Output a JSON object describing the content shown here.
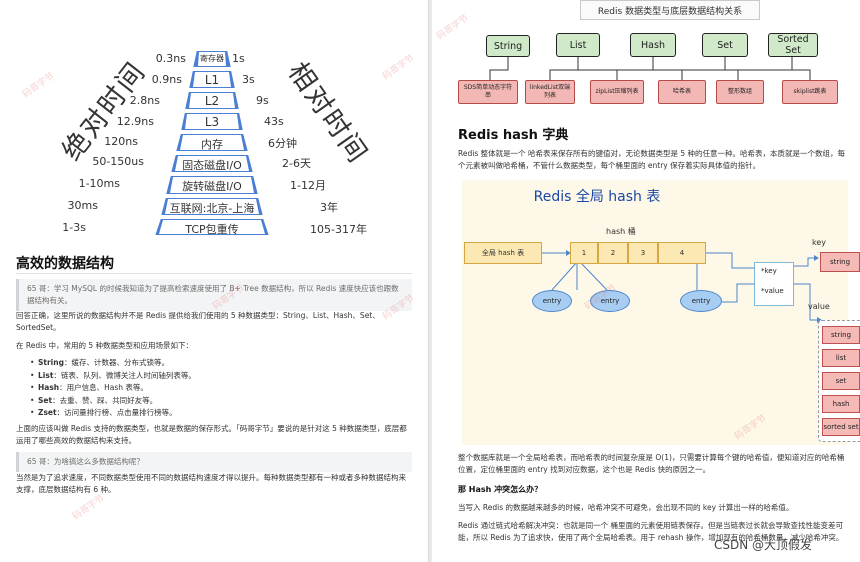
{
  "left": {
    "pyramid": {
      "big_left": "绝对时间",
      "big_right": "相对时间",
      "levels": [
        {
          "abs": "0.3ns",
          "name": "寄存器",
          "rel": "1s"
        },
        {
          "abs": "0.9ns",
          "name": "L1",
          "rel": "3s"
        },
        {
          "abs": "2.8ns",
          "name": "L2",
          "rel": "9s"
        },
        {
          "abs": "12.9ns",
          "name": "L3",
          "rel": "43s"
        },
        {
          "abs": "120ns",
          "name": "内存",
          "rel": "6分钟"
        },
        {
          "abs": "50-150us",
          "name": "固态磁盘I/O",
          "rel": "2-6天"
        },
        {
          "abs": "1-10ms",
          "name": "旋转磁盘I/O",
          "rel": "1-12月"
        },
        {
          "abs": "30ms",
          "name": "互联网:北京-上海",
          "rel": "3年"
        },
        {
          "abs": "1-3s",
          "name": "TCP包重传",
          "rel": "105-317年"
        }
      ]
    },
    "heading": "高效的数据结构",
    "quote1": "65 哥：学习 MySQL 的时候我知道为了提高检索速度使用了 B+ Tree 数据结构，所以 Redis 速度快应该也跟数据结构有关。",
    "para1": "回答正确，这里所说的数据结构并不是 Redis 提供给我们使用的 5 种数据类型：String、List、Hash、Set、SortedSet。",
    "para2": "在 Redis 中，常用的 5 种数据类型和应用场景如下：",
    "bullets": [
      {
        "k": "String",
        "v": "：缓存、计数器、分布式锁等。"
      },
      {
        "k": "List",
        "v": "：链表、队列、微博关注人时间轴列表等。"
      },
      {
        "k": "Hash",
        "v": "：用户信息、Hash 表等。"
      },
      {
        "k": "Set",
        "v": "：去重、赞、踩、共同好友等。"
      },
      {
        "k": "Zset",
        "v": "：访问量排行榜、点击量排行榜等。"
      }
    ],
    "para3": "上面的应该叫做 Redis 支持的数据类型，也就是数据的保存形式。「码哥字节」要说的是针对这 5 种数据类型，底层都运用了哪些高效的数据结构来支持。",
    "quote2": "65 哥：为啥搞这么多数据结构呢？",
    "para4": "当然是为了追求速度，不同数据类型使用不同的数据结构速度才得以提升。每种数据类型都有一种或者多种数据结构来支撑，底层数据结构有 6 种。"
  },
  "right": {
    "fig_title": "Redis 数据类型与底层数据结构关系",
    "types": [
      "String",
      "List",
      "Hash",
      "Set",
      "Sorted Set"
    ],
    "encodings": [
      "SDS简单动态字符串",
      "linkedList双端列表",
      "zipList压缩列表",
      "哈希表",
      "整形数组",
      "skiplist跳表"
    ],
    "heading": "Redis hash 字典",
    "para1": "Redis 整体就是一个 哈希表来保存所有的键值对，无论数据类型是 5 种的任意一种。哈希表，本质就是一个数组，每个元素被叫做哈希桶，不管什么数据类型，每个桶里面的 entry 保存着实际具体值的指针。",
    "diagram": {
      "title": "Redis 全局 hash 表",
      "bucket_label": "hash 桶",
      "table_label": "全局 hash 表",
      "buckets": [
        "1",
        "2",
        "3",
        "4"
      ],
      "entry": "entry",
      "ptr_key": "*key",
      "ptr_value": "*value",
      "key_label": "key",
      "key_item": "string",
      "value_label": "value",
      "values": [
        "string",
        "list",
        "set",
        "hash",
        "sorted set"
      ]
    },
    "para2": "整个数据库就是一个全局哈希表，而哈希表的时间复杂度是 O(1)，只需要计算每个键的哈希值，便知道对应的哈希桶位置，定位桶里面的 entry 找到对应数据，这个也是 Redis 快的原因之一。",
    "q_heading": "那 Hash 冲突怎么办？",
    "para3": "当写入 Redis 的数据越来越多的时候，哈希冲突不可避免，会出现不同的 key 计算出一样的哈希值。",
    "para4": "Redis 通过链式哈希解决冲突：也就是同一个 桶里面的元素使用链表保存。但是当链表过长就会导致查找性能变差可能，所以 Redis 为了追求快，使用了两个全局哈希表。用于 rehash 操作，增加现有的哈希桶数量，减少哈希冲突。",
    "watermark": "CSDN @大顶假发"
  },
  "watermark_text": "码哥字节"
}
